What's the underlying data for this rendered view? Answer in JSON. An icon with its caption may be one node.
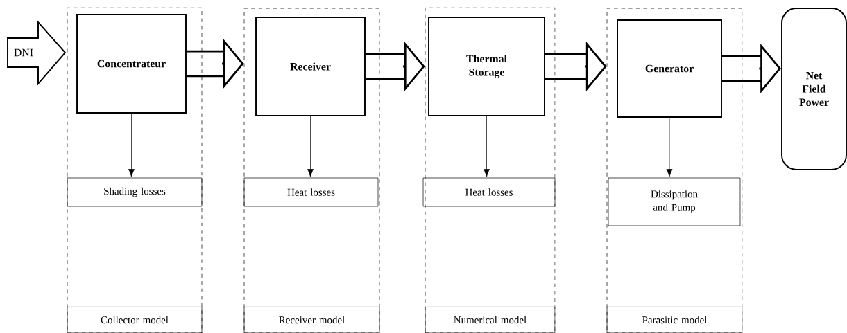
{
  "diagram": {
    "nodes": [
      {
        "text": [
          "DNI"
        ]
      },
      {
        "text": [],
        "shape": "box"
      },
      {
        "text": [
          "Concentrateur"
        ],
        "in": 1
      },
      {
        "text": [
          "Shading losses"
        ],
        "in": 1
      },
      {
        "text": [
          "Collector model"
        ],
        "in": 1
      },
      {
        "text": [],
        "shape": "box"
      },
      {
        "text": [
          "Receiver"
        ],
        "in": 5
      },
      {
        "text": [
          "Heat losses"
        ],
        "in": 5
      },
      {
        "text": [
          "Receiver model"
        ],
        "in": 5
      },
      {
        "text": [],
        "shape": "box"
      },
      {
        "text": [
          "Thermal Storage"
        ],
        "in": 9
      },
      {
        "text": [
          "Heat losses"
        ],
        "in": 9
      },
      {
        "text": [
          "Numerical model"
        ],
        "in": 9
      },
      {
        "text": [],
        "shape": "box"
      },
      {
        "text": [
          "Generator"
        ],
        "in": 13
      },
      {
        "text": [
          "Dissipation and Pump"
        ],
        "in": 13
      },
      {
        "text": [
          "Parasitic model"
        ],
        "in": 13
      },
      {
        "text": [
          "Net Field Power"
        ]
      }
    ],
    "edges": [
      {
        "from": 2,
        "to": 5,
        "arrow": "to",
        "style": "thick"
      },
      {
        "from": 6,
        "to": 9,
        "arrow": "to",
        "style": "thick"
      },
      {
        "from": 10,
        "to": 13,
        "arrow": "to",
        "style": "thick"
      },
      {
        "from": 14,
        "to": 17,
        "arrow": "to",
        "style": "thick"
      },
      {
        "from": 2,
        "to": 3,
        "arrow": "to"
      },
      {
        "from": 6,
        "to": 7,
        "arrow": "to"
      },
      {
        "from": 10,
        "to": 11,
        "arrow": "to"
      },
      {
        "from": 14,
        "to": 15,
        "arrow": "to"
      }
    ]
  }
}
